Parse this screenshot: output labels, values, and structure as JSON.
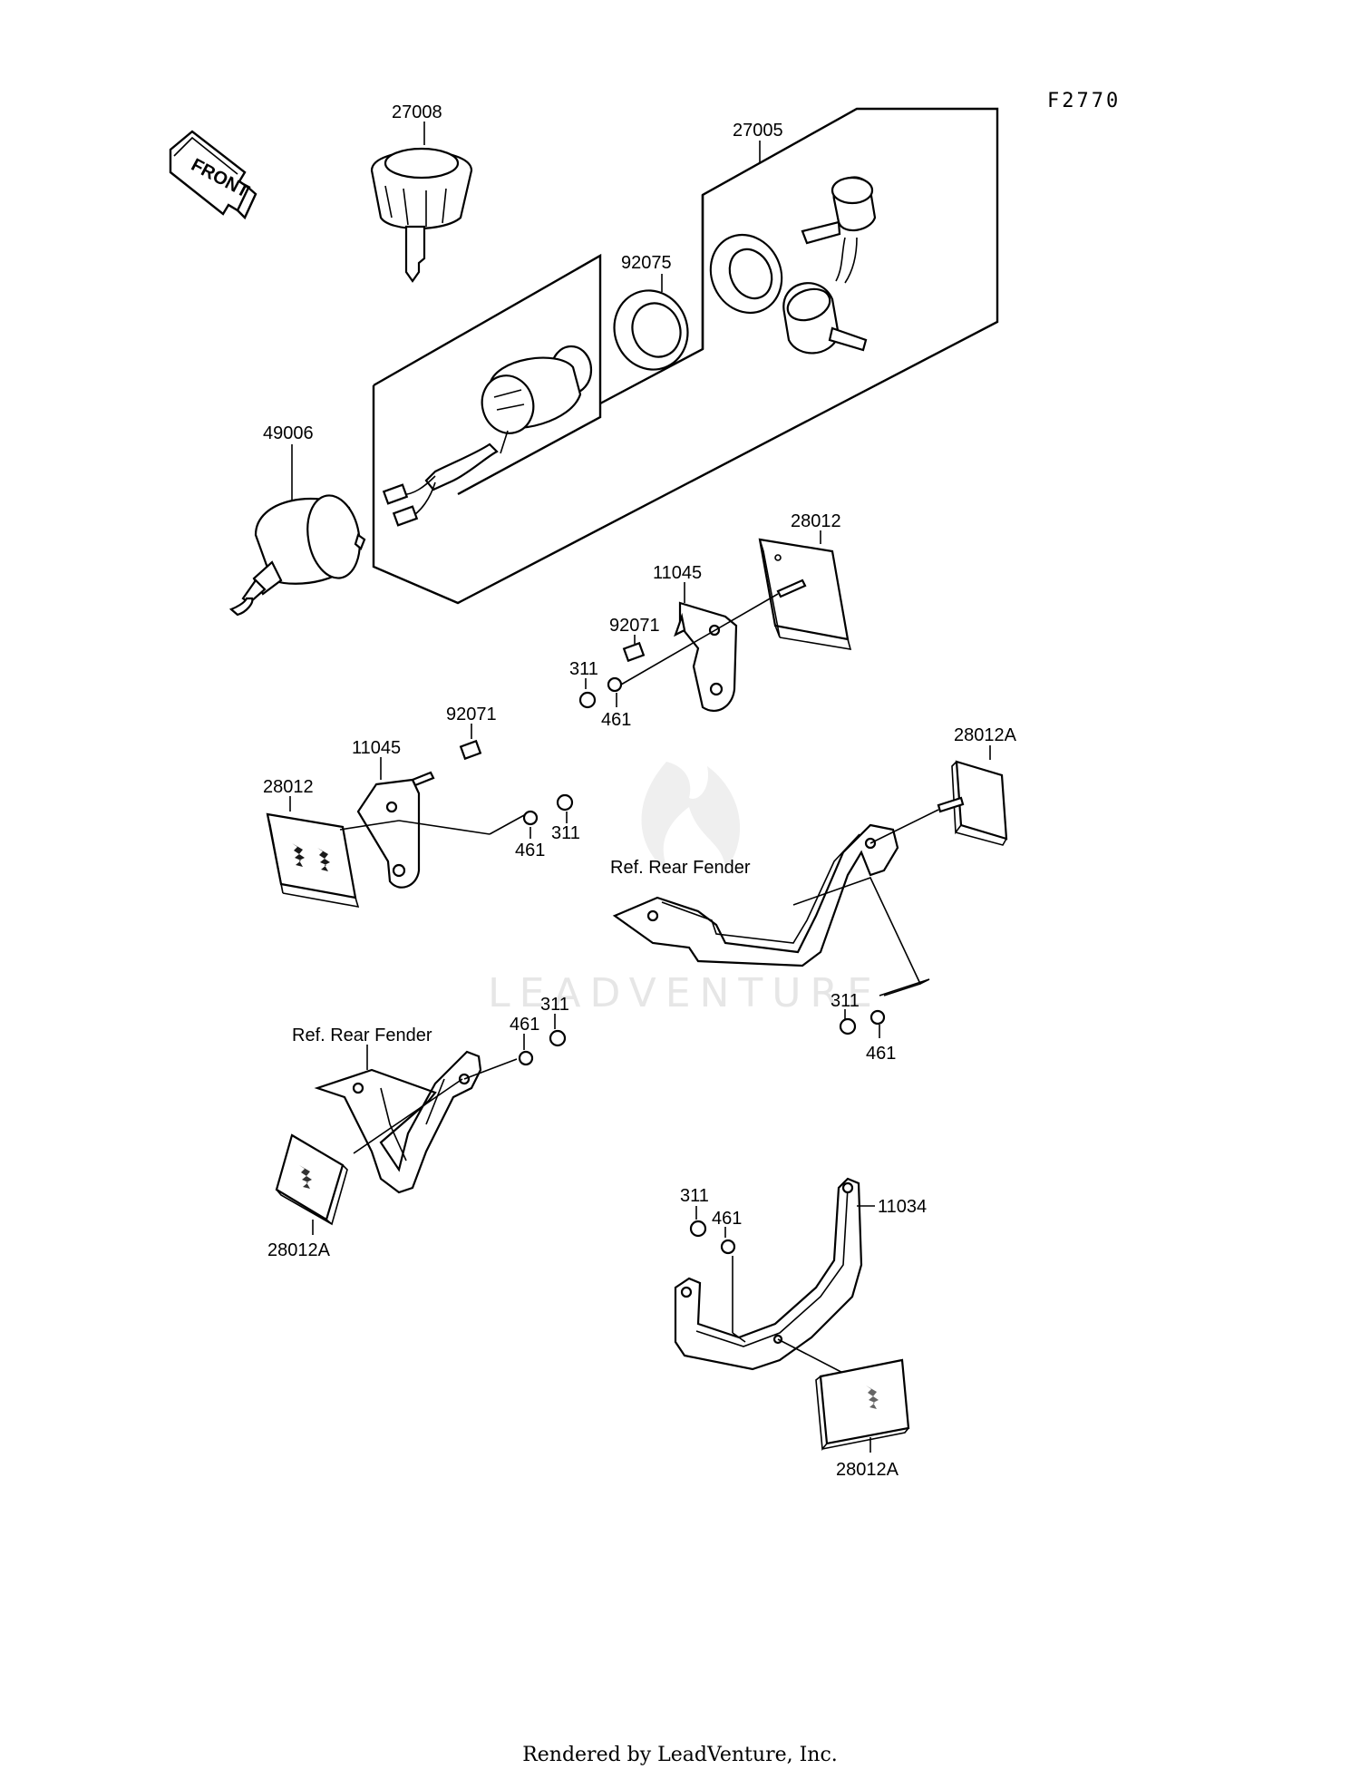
{
  "diagram": {
    "code": "F2770",
    "front_label": "FRONT",
    "watermark": "LEADVENTURE",
    "footer": "Rendered by LeadVenture, Inc.",
    "part_labels": {
      "p27008": "27008",
      "p27005": "27005",
      "p92075": "92075",
      "p49006": "49006",
      "p28012_a": "28012",
      "p11045_a": "11045",
      "p92071_a": "92071",
      "p311_a": "311",
      "p461_a": "461",
      "p92071_b": "92071",
      "p11045_b": "11045",
      "p28012_b": "28012",
      "p461_b": "461",
      "p311_b": "311",
      "p28012A_a": "28012A",
      "ref_rear_fender_a": "Ref. Rear Fender",
      "p311_c": "311",
      "p461_c": "461",
      "p311_d": "311",
      "p461_d": "461",
      "ref_rear_fender_b": "Ref. Rear Fender",
      "p28012A_b": "28012A",
      "p311_e": "311",
      "p461_e": "461",
      "p11034": "11034",
      "p28012A_c": "28012A"
    }
  }
}
